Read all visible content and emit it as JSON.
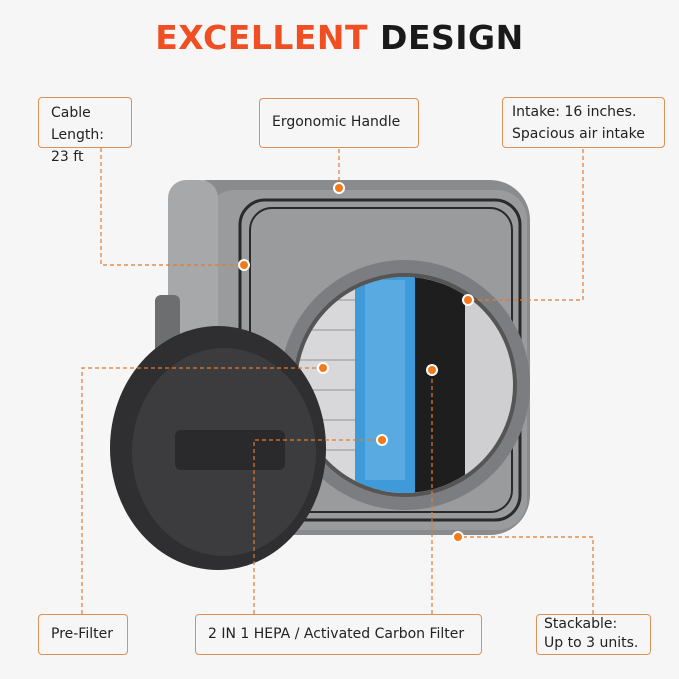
{
  "title": {
    "highlight": "EXCELLENT",
    "rest": "DESIGN"
  },
  "callouts": {
    "cable": {
      "line1": "Cable Length:",
      "line2": "23 ft"
    },
    "handle": {
      "line1": "Ergonomic Handle"
    },
    "intake": {
      "line1": "Intake: 16 inches.",
      "line2": "Spacious air intake"
    },
    "prefilter": {
      "line1": "Pre-Filter"
    },
    "hepa": {
      "line1": "2 IN 1 HEPA / Activated Carbon Filter"
    },
    "stackable": {
      "line1": "Stackable:",
      "line2": "Up to 3 units."
    }
  },
  "colors": {
    "accent": "#f04e23",
    "callout_border": "#d9935a",
    "dot": "#f07a1e"
  }
}
